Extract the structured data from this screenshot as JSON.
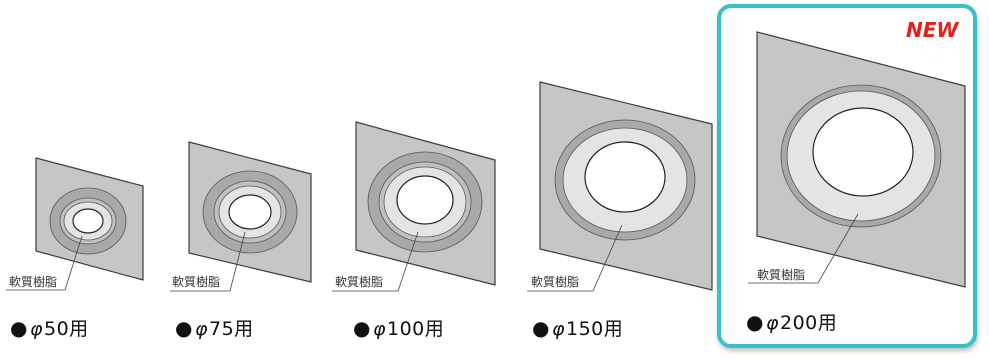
{
  "products": [
    {
      "id": "phi50",
      "material_label": "軟質樹脂",
      "size_phi": "φ",
      "size_text": "50用"
    },
    {
      "id": "phi75",
      "material_label": "軟質樹脂",
      "size_phi": "φ",
      "size_text": "75用"
    },
    {
      "id": "phi100",
      "material_label": "軟質樹脂",
      "size_phi": "φ",
      "size_text": "100用"
    },
    {
      "id": "phi150",
      "material_label": "軟質樹脂",
      "size_phi": "φ",
      "size_text": "150用"
    },
    {
      "id": "phi200",
      "material_label": "軟質樹脂",
      "size_phi": "φ",
      "size_text": "200用"
    }
  ],
  "bullet": "●",
  "new_badge": "NEW",
  "colors": {
    "plate": "#c6c6c6",
    "plate_stroke": "#3c3c3c",
    "outer_ring": "#a9a9a9",
    "inner_ring": "#e4e4e4",
    "highlight": "#36c0c8",
    "new_text": "#e3221b"
  }
}
